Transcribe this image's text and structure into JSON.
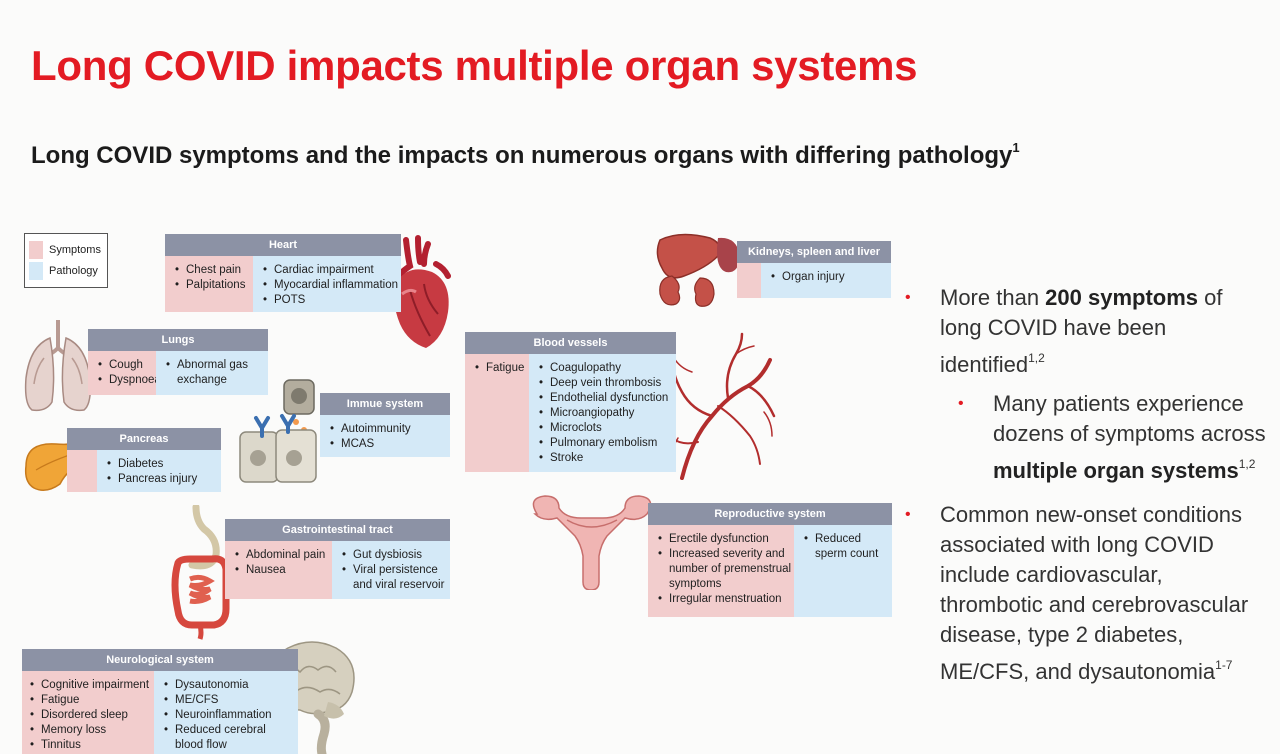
{
  "slide": {
    "title": "Long COVID impacts multiple organ systems",
    "subtitle": "Long COVID symptoms and the impacts on numerous organs with differing pathology",
    "subtitle_ref": "1"
  },
  "legend": {
    "symptoms": "Symptoms",
    "pathology": "Pathology",
    "symptoms_color": "#f2cdcd",
    "pathology_color": "#d4e9f7"
  },
  "panels": {
    "heart": {
      "title": "Heart",
      "symptoms": [
        "Chest pain",
        "Palpitations"
      ],
      "pathology": [
        "Cardiac impairment",
        "Myocardial inflammation",
        "POTS"
      ]
    },
    "lungs": {
      "title": "Lungs",
      "symptoms": [
        "Cough",
        "Dyspnoea"
      ],
      "pathology": [
        "Abnormal gas exchange"
      ]
    },
    "immune": {
      "title": "Immue system",
      "symptoms": [],
      "pathology": [
        "Autoimmunity",
        "MCAS"
      ]
    },
    "pancreas": {
      "title": "Pancreas",
      "symptoms": [],
      "pathology": [
        "Diabetes",
        "Pancreas injury"
      ]
    },
    "kidneys": {
      "title": "Kidneys, spleen and liver",
      "symptoms": [],
      "pathology": [
        "Organ injury"
      ]
    },
    "blood": {
      "title": "Blood vessels",
      "symptoms": [
        "Fatigue"
      ],
      "pathology": [
        "Coagulopathy",
        "Deep vein thrombosis",
        "Endothelial dysfunction",
        "Microangiopathy",
        "Microclots",
        "Pulmonary embolism",
        "Stroke"
      ]
    },
    "gi": {
      "title": "Gastrointestinal tract",
      "symptoms": [
        "Abdominal pain",
        "Nausea"
      ],
      "pathology": [
        "Gut dysbiosis",
        "Viral persistence and viral reservoir"
      ]
    },
    "repro": {
      "title": "Reproductive system",
      "symptoms": [
        "Erectile dysfunction",
        "Increased severity and number of premenstrual symptoms",
        "Irregular menstruation"
      ],
      "pathology": [
        "Reduced sperm count"
      ]
    },
    "neuro": {
      "title": "Neurological system",
      "symptoms": [
        "Cognitive impairment",
        "Fatigue",
        "Disordered sleep",
        "Memory loss",
        "Tinnitus"
      ],
      "pathology": [
        "Dysautonomia",
        "ME/CFS",
        "Neuroinflammation",
        "Reduced cerebral blood flow"
      ]
    }
  },
  "bullets": {
    "b1_pre": "More than ",
    "b1_bold": "200 symptoms",
    "b1_post": " of long COVID have been identified",
    "b1_ref": "1,2",
    "b2_pre": "Many patients experience dozens of symptoms across ",
    "b2_bold": "multiple organ systems",
    "b2_ref": "1,2",
    "b3_text": "Common new-onset conditions associated with long COVID include cardiovascular, thrombotic and cerebrovascular disease, type 2 diabetes, ME/CFS, and dysautonomia",
    "b3_ref": "1-7"
  },
  "icons": {
    "heart": "heart-icon",
    "lungs": "lungs-icon",
    "immune": "immune-cells-icon",
    "pancreas": "pancreas-icon",
    "kidneys": "kidney-liver-icon",
    "blood": "blood-vessels-icon",
    "gi": "intestines-icon",
    "repro": "uterus-icon",
    "neuro": "brain-icon"
  }
}
